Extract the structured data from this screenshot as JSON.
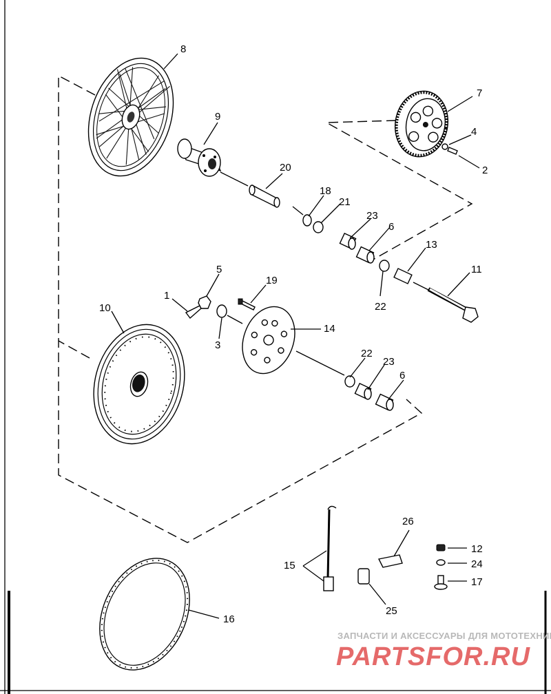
{
  "parts": [
    {
      "id": "p1",
      "label": "1"
    },
    {
      "id": "p2",
      "label": "2"
    },
    {
      "id": "p3",
      "label": "3"
    },
    {
      "id": "p4",
      "label": "4"
    },
    {
      "id": "p5",
      "label": "5"
    },
    {
      "id": "p6a",
      "label": "6"
    },
    {
      "id": "p6b",
      "label": "6"
    },
    {
      "id": "p7",
      "label": "7"
    },
    {
      "id": "p8",
      "label": "8"
    },
    {
      "id": "p9",
      "label": "9"
    },
    {
      "id": "p10",
      "label": "10"
    },
    {
      "id": "p11",
      "label": "11"
    },
    {
      "id": "p12",
      "label": "12"
    },
    {
      "id": "p13",
      "label": "13"
    },
    {
      "id": "p14",
      "label": "14"
    },
    {
      "id": "p15",
      "label": "15"
    },
    {
      "id": "p16",
      "label": "16"
    },
    {
      "id": "p17",
      "label": "17"
    },
    {
      "id": "p18",
      "label": "18"
    },
    {
      "id": "p19",
      "label": "19"
    },
    {
      "id": "p20",
      "label": "20"
    },
    {
      "id": "p21",
      "label": "21"
    },
    {
      "id": "p22a",
      "label": "22"
    },
    {
      "id": "p22b",
      "label": "22"
    },
    {
      "id": "p23a",
      "label": "23"
    },
    {
      "id": "p23b",
      "label": "23"
    },
    {
      "id": "p24",
      "label": "24"
    },
    {
      "id": "p25",
      "label": "25"
    },
    {
      "id": "p26",
      "label": "26"
    }
  ],
  "watermark": {
    "tagline": "ЗАПЧАСТИ И АКСЕССУАРЫ ДЛЯ МОТОТЕХНИКИ",
    "brand": "PARTSFOR.RU"
  }
}
